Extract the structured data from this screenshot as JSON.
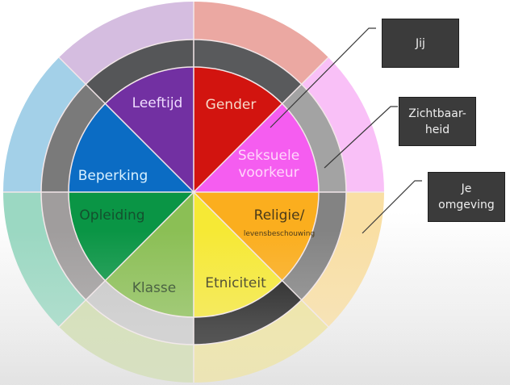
{
  "diagram": {
    "title": "Intersectionaliteitswiel",
    "segments": [
      {
        "label": "Gender",
        "sub": "",
        "inner_color": "#d2140f",
        "middle_color": "#595a5c",
        "outer_color": "#eba8a2",
        "text_color": "#f6d9c8"
      },
      {
        "label": "Seksuele\nvoorkeur",
        "sub": "",
        "inner_color": "#f55df0",
        "middle_color": "#a3a3a3",
        "outer_color": "#f9c0f7",
        "text_color": "#ffd7fb"
      },
      {
        "label": "Religie/",
        "sub": "levensbeschouwing",
        "inner_color": "#fbae1e",
        "middle_color": "#838383",
        "outer_color": "#f9dfa4",
        "text_color": "#4a3a1a"
      },
      {
        "label": "Etniciteit",
        "sub": "",
        "inner_color": "#f6e935",
        "middle_color": "#1b1b1b",
        "outer_color": "#eee39c",
        "text_color": "#3b3a1a"
      },
      {
        "label": "Klasse",
        "sub": "",
        "inner_color": "#8bbf55",
        "middle_color": "#c9c9c9",
        "outer_color": "#cfdcae",
        "text_color": "#2e4a25"
      },
      {
        "label": "Opleiding",
        "sub": "",
        "inner_color": "#0a9545",
        "middle_color": "#a09d9d",
        "outer_color": "#9bd8c2",
        "text_color": "#14502e"
      },
      {
        "label": "Beperking",
        "sub": "",
        "inner_color": "#0b6cc4",
        "middle_color": "#7a7a7a",
        "outer_color": "#a3d0e8",
        "text_color": "#d9f1ff"
      },
      {
        "label": "Leeftijd",
        "sub": "",
        "inner_color": "#7230a2",
        "middle_color": "#555658",
        "outer_color": "#d5bde0",
        "text_color": "#efdcff"
      }
    ],
    "callouts": [
      {
        "label": "Jij",
        "ring": "inner"
      },
      {
        "label": "Zichtbaar-\nheid",
        "ring": "middle"
      },
      {
        "label": "Je\nomgeving",
        "ring": "outer"
      }
    ],
    "separator_color": "#f3e7e9",
    "callout_bg": "#3b3b3b",
    "line_color": "#3a3a3a"
  }
}
